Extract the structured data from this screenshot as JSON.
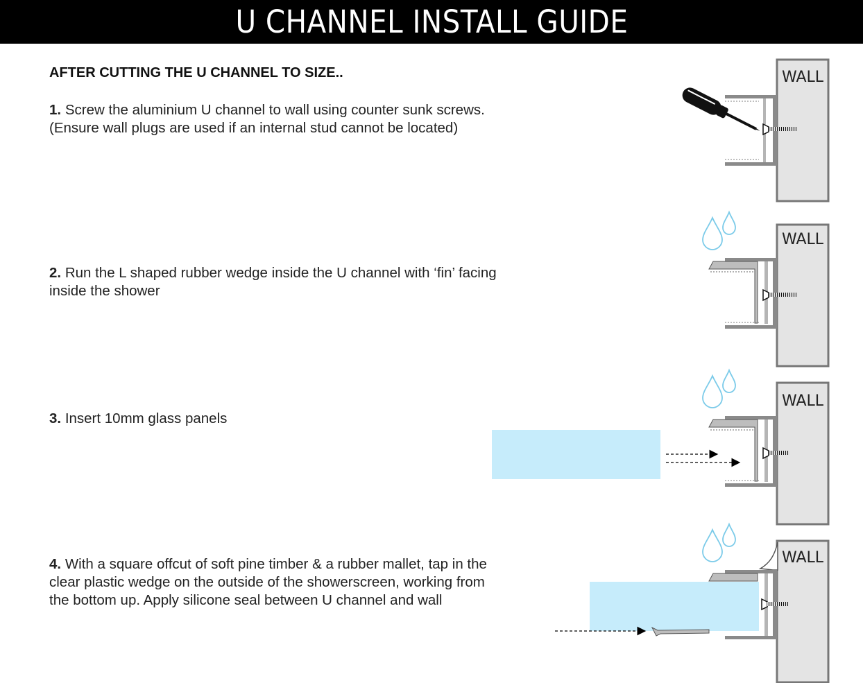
{
  "header": {
    "title": "U CHANNEL INSTALL GUIDE"
  },
  "intro": "AFTER CUTTING THE U CHANNEL TO SIZE..",
  "steps": [
    {
      "num": "1.",
      "text": "Screw the aluminium U channel to wall using counter sunk screws. (Ensure wall plugs are used if an internal stud cannot be located)"
    },
    {
      "num": "2.",
      "text": "Run the L shaped rubber wedge inside the U channel with ‘fin’ facing inside the shower"
    },
    {
      "num": "3.",
      "text": "Insert 10mm glass panels"
    },
    {
      "num": "4.",
      "text": "With a square offcut of soft pine timber & a rubber mallet, tap in the clear plastic wedge on the outside of the showerscreen, working from the bottom up. Apply silicone seal between U channel and wall"
    }
  ],
  "diagram": {
    "wall_label": "WALL"
  },
  "colors": {
    "header_bg": "#000000",
    "wall_fill": "#e4e4e4",
    "wall_stroke": "#777777",
    "channel": "#8a8a8a",
    "glass": "#c6ecfb",
    "droplet": "#7ccbe9"
  },
  "icons": [
    "screwdriver-icon",
    "screw-icon",
    "water-droplet-icon",
    "arrow-right-icon"
  ]
}
